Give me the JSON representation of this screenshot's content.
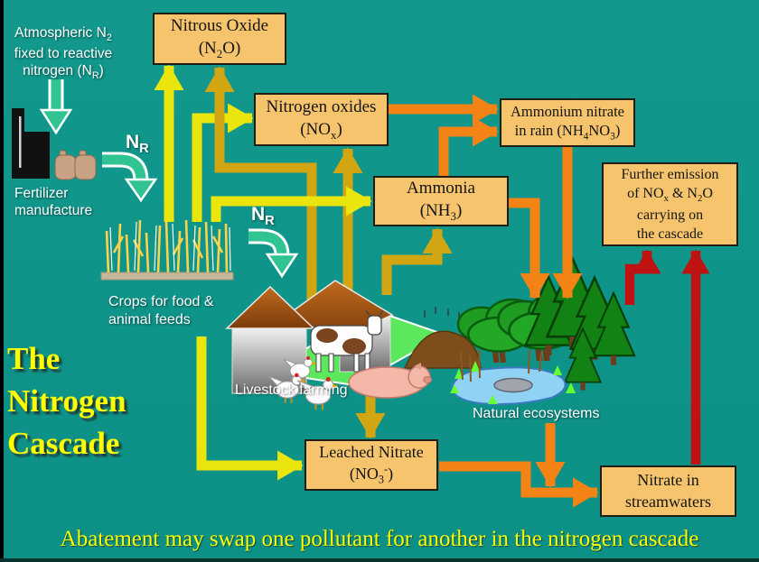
{
  "slide": {
    "title": {
      "line1": "The",
      "line2": "Nitrogen",
      "line3": "Cascade"
    },
    "caption": "Abatement may swap one pollutant for another in the nitrogen cascade"
  },
  "palette": {
    "background_teal": "#0f948a",
    "box_fill": "#f5c46d",
    "box_border": "#221c12",
    "arrow_yellow_crops": "#e9e50d",
    "arrow_gold_livestock": "#d2a512",
    "arrow_orange": "#f28314",
    "arrow_red": "#bf1212",
    "arrow_green_nr": "#2fc492",
    "title_yellow": "#ffff00",
    "label_white": "#ffffff"
  },
  "boxes": {
    "nitrous_oxide": {
      "line1": "Nitrous Oxide",
      "line2": "(N~2~O)"
    },
    "nitrogen_oxides": {
      "line1": "Nitrogen oxides",
      "line2": "(NO~x~)"
    },
    "ammonium_nitrate": {
      "line1": "Ammonium nitrate",
      "line2": "in rain (NH~4~NO~3~)"
    },
    "ammonia": {
      "line1": "Ammonia",
      "line2": "(NH~3~)"
    },
    "further_emission": {
      "line1": "Further emission",
      "line2": "of NO~x~ & N~2~O",
      "line3": "carrying on",
      "line4": "the cascade"
    },
    "leached_nitrate": {
      "line1": "Leached Nitrate",
      "line2": "(NO~3~^-^)"
    },
    "nitrate_streamwaters": {
      "line1": "Nitrate in",
      "line2": "streamwaters"
    }
  },
  "labels": {
    "atmospheric": "Atmospheric N~2~|fixed to reactive|nitrogen (N~R~)",
    "fertilizer": "Fertilizer|manufacture",
    "nr_fertilizer": "N~R~",
    "nr_crops": "N~R~",
    "crops": "Crops for food &|animal feeds",
    "livestock": "Livestock farming",
    "ecosystems": "Natural ecosystems"
  },
  "flows": [
    {
      "from": "atmospheric-n2",
      "to": "fertilizer-manufacture",
      "color": "green"
    },
    {
      "from": "fertilizer-manufacture",
      "to": "crops",
      "label": "NR",
      "color": "green"
    },
    {
      "from": "crops",
      "to": "livestock-farming",
      "label": "NR",
      "color": "green"
    },
    {
      "from": "crops",
      "to": "nitrous-oxide",
      "color": "yellow"
    },
    {
      "from": "crops",
      "to": "nitrogen-oxides",
      "color": "yellow"
    },
    {
      "from": "crops",
      "to": "ammonia",
      "color": "yellow"
    },
    {
      "from": "crops",
      "to": "leached-nitrate",
      "color": "yellow"
    },
    {
      "from": "livestock-farming",
      "to": "nitrous-oxide",
      "color": "gold"
    },
    {
      "from": "livestock-farming",
      "to": "nitrogen-oxides",
      "color": "gold"
    },
    {
      "from": "livestock-farming",
      "to": "ammonia",
      "color": "gold"
    },
    {
      "from": "livestock-farming",
      "to": "leached-nitrate",
      "color": "gold"
    },
    {
      "from": "nitrogen-oxides",
      "to": "ammonium-nitrate",
      "color": "orange"
    },
    {
      "from": "ammonia",
      "to": "ammonium-nitrate",
      "color": "orange"
    },
    {
      "from": "ammonium-nitrate",
      "to": "natural-ecosystems",
      "color": "orange"
    },
    {
      "from": "ammonia",
      "to": "natural-ecosystems",
      "color": "orange"
    },
    {
      "from": "natural-ecosystems",
      "to": "nitrate-streamwaters",
      "color": "orange"
    },
    {
      "from": "leached-nitrate",
      "to": "nitrate-streamwaters",
      "color": "orange"
    },
    {
      "from": "natural-ecosystems",
      "to": "further-emission",
      "color": "red"
    },
    {
      "from": "nitrate-streamwaters",
      "to": "further-emission",
      "color": "red"
    }
  ]
}
